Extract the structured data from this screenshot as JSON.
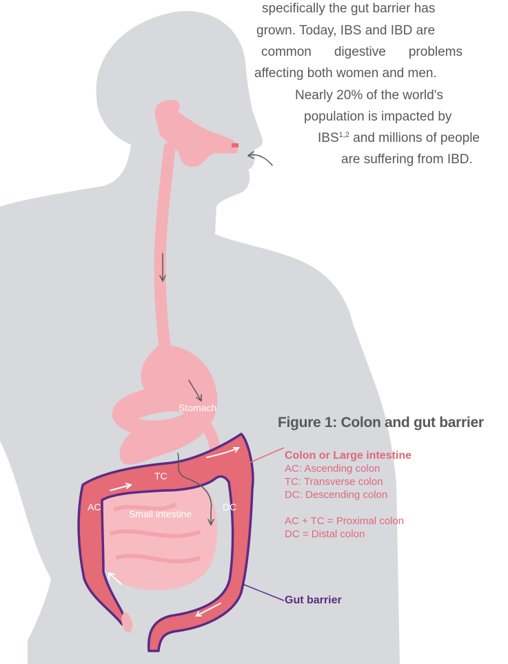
{
  "body_text": {
    "line1": "specifically the gut barrier has",
    "line2": "grown. Today, IBS and IBD are",
    "line3a": "common",
    "line3b": "digestive",
    "line3c": "problems",
    "line4": "affecting both women and men.",
    "line5": "Nearly 20% of the world's",
    "line6": "population is impacted by",
    "line7_prefix": "IBS",
    "line7_sup": "1,2",
    "line7_suffix": " and millions of people",
    "line8": "are suffering from IBD."
  },
  "figure": {
    "title": "Figure 1: Colon and gut barrier",
    "labels": {
      "stomach": "Stomach",
      "small_intestine": "Small intestine",
      "ac": "AC",
      "tc": "TC",
      "dc": "DC"
    },
    "legend": {
      "heading": "Colon or Large intestine",
      "ac": "AC: Ascending colon",
      "tc": "TC: Transverse colon",
      "dc": "DC: Descending colon",
      "proximal": "AC + TC = Proximal colon",
      "distal": "DC = Distal colon"
    },
    "gut_barrier": "Gut barrier"
  },
  "colors": {
    "silhouette": "#d7d9dd",
    "organ_pink": "#f4b0b6",
    "colon_red": "#e56b77",
    "gut_barrier_purple": "#5b2b85",
    "text_gray": "#58585a"
  }
}
